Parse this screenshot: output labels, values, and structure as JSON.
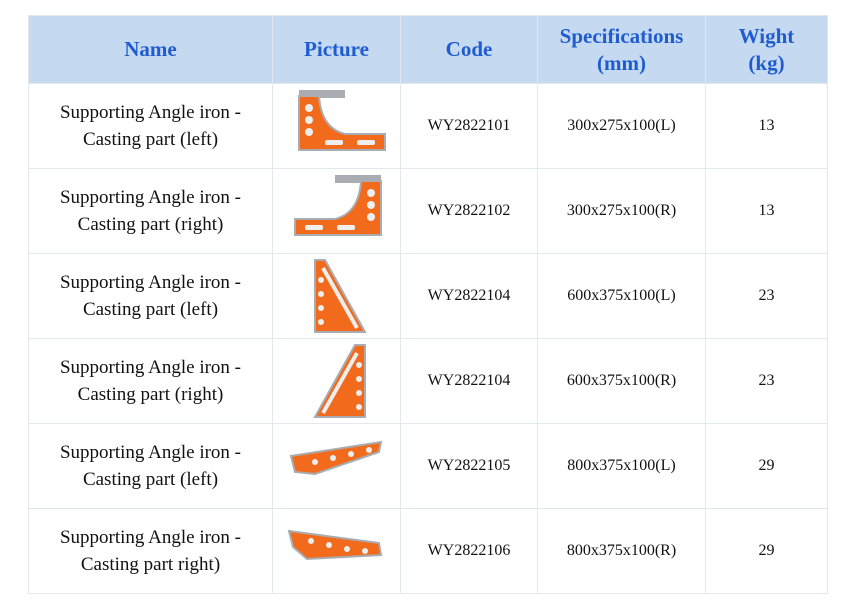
{
  "headers": {
    "name": "Name",
    "picture": "Picture",
    "code": "Code",
    "spec_line1": "Specifications",
    "spec_line2": "(mm)",
    "weight_line1": "Wight",
    "weight_line2": "(kg)"
  },
  "colors": {
    "header_bg": "#c5d9f1",
    "header_text": "#1f5ccf",
    "part_orange": "#f26a1b",
    "part_grey": "#a9acb0"
  },
  "rows": [
    {
      "name1": "Supporting Angle iron -",
      "name2": "Casting part (left)",
      "picture": "angle-bracket-left-icon",
      "code": "WY2822101",
      "spec": "300x275x100(L)",
      "weight": "13"
    },
    {
      "name1": "Supporting Angle iron -",
      "name2": "Casting part (right)",
      "picture": "angle-bracket-right-icon",
      "code": "WY2822102",
      "spec": "300x275x100(R)",
      "weight": "13"
    },
    {
      "name1": "Supporting Angle iron -",
      "name2": "Casting part (left)",
      "picture": "triangle-bracket-left-icon",
      "code": "WY2822104",
      "spec": "600x375x100(L)",
      "weight": "23"
    },
    {
      "name1": "Supporting Angle iron -",
      "name2": "Casting part (right)",
      "picture": "triangle-bracket-right-icon",
      "code": "WY2822104",
      "spec": "600x375x100(R)",
      "weight": "23"
    },
    {
      "name1": "Supporting Angle iron -",
      "name2": "Casting part (left)",
      "picture": "long-bracket-left-icon",
      "code": "WY2822105",
      "spec": "800x375x100(L)",
      "weight": "29"
    },
    {
      "name1": "Supporting Angle iron -",
      "name2": "Casting part right)",
      "picture": "long-bracket-right-icon",
      "code": "WY2822106",
      "spec": "800x375x100(R)",
      "weight": "29"
    }
  ]
}
